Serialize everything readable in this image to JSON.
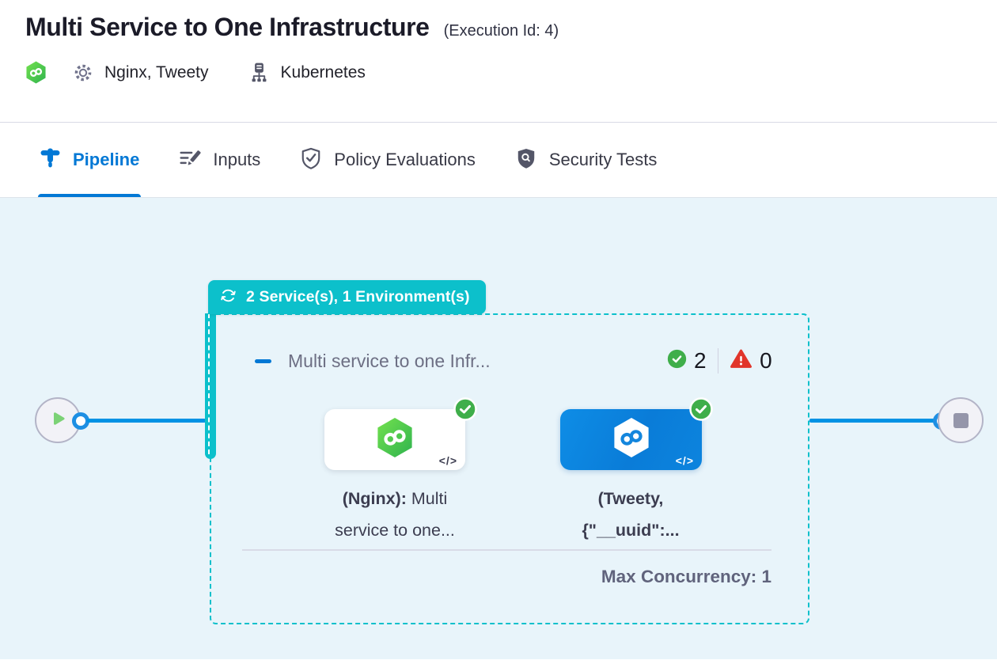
{
  "header": {
    "title": "Multi Service to One Infrastructure",
    "execution_id": "(Execution Id: 4)",
    "services": "Nginx, Tweety",
    "infrastructure": "Kubernetes"
  },
  "tabs": [
    {
      "label": "Pipeline",
      "active": true
    },
    {
      "label": "Inputs",
      "active": false
    },
    {
      "label": "Policy Evaluations",
      "active": false
    },
    {
      "label": "Security Tests",
      "active": false
    }
  ],
  "canvas": {
    "loop_badge": "2 Service(s), 1 Environment(s)",
    "stage": {
      "title": "Multi service to one Infr...",
      "success_count": "2",
      "error_count": "0",
      "max_concurrency": "Max Concurrency: 1",
      "nodes": [
        {
          "line1_bold": "(Nginx):",
          "line1_rest": " Multi",
          "line2": "service to one...",
          "code_icon": "</>"
        },
        {
          "line1_bold": "(Tweety,",
          "line1_rest": "",
          "line2": "{\"__uuid\":...",
          "code_icon": "</>"
        }
      ]
    }
  },
  "colors": {
    "primary_blue": "#0278d5",
    "edge_blue": "#0092e4",
    "loop_teal": "#0cc0cb",
    "success_green": "#3fae4a",
    "error_red": "#e1352b",
    "node_blue": "#0c84de",
    "canvas_bg": "#e8f4fa"
  }
}
